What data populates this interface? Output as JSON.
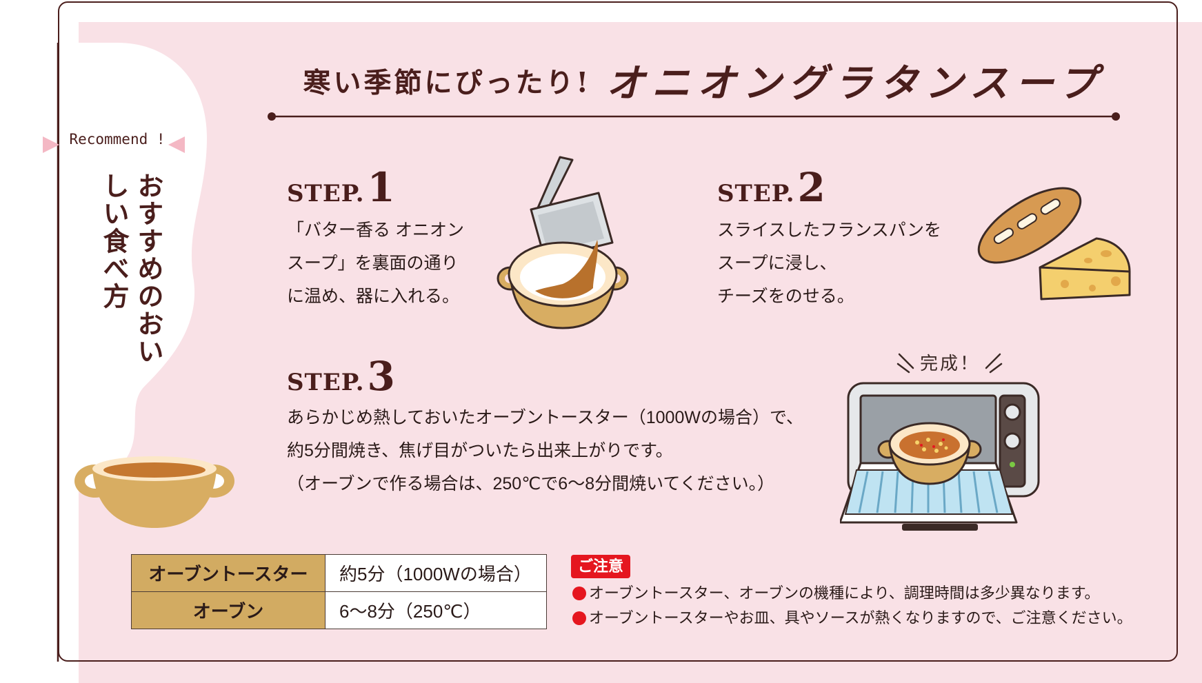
{
  "header": {
    "subtitle": "寒い季節にぴったり!",
    "title": "オニオングラタンスープ"
  },
  "sidebar": {
    "recommend_label": "Recommend !",
    "vertical_title": "おすすめのおいしい食べ方"
  },
  "steps": [
    {
      "label": "STEP.",
      "number": "1",
      "lines": [
        "「バター香る オニオン",
        "スープ」を裏面の通り",
        "に温め、器に入れる。"
      ]
    },
    {
      "label": "STEP.",
      "number": "2",
      "lines": [
        "スライスしたフランスパンを",
        "スープに浸し、",
        "チーズをのせる。"
      ]
    },
    {
      "label": "STEP.",
      "number": "3",
      "lines": [
        "あらかじめ熱しておいたオーブントースター（1000Wの場合）で、",
        "約5分間焼き、焦げ目がついたら出来上がりです。",
        "（オーブンで作る場合は、250℃で6〜8分間焼いてください。）"
      ]
    }
  ],
  "done_label": "完成！",
  "time_table": [
    {
      "appliance": "オーブントースター",
      "time": "約5分（1000Wの場合）"
    },
    {
      "appliance": "オーブン",
      "time": "6〜8分（250℃）"
    }
  ],
  "caution": {
    "label": "ご注意",
    "items": [
      "オーブントースター、オーブンの機種により、調理時間は多少異なります。",
      "オーブントースターやお皿、具やソースが熱くなりますので、ご注意ください。"
    ]
  },
  "colors": {
    "accent_brown": "#4a1e1c",
    "panel_pink": "#f9e1e6",
    "table_gold": "#d2ab62",
    "caution_red": "#e5161f"
  }
}
